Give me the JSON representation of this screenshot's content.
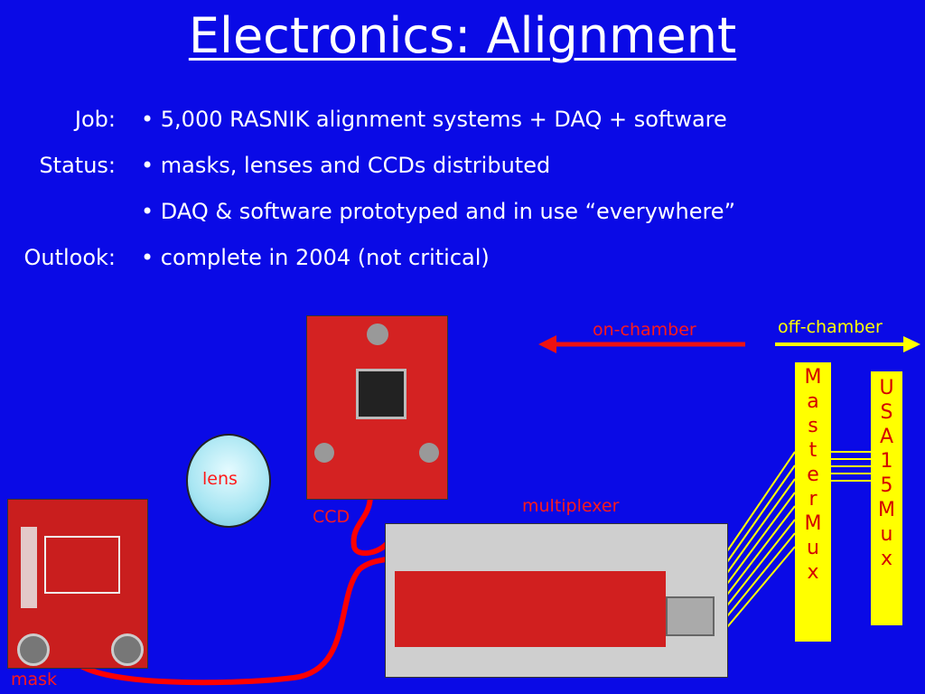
{
  "title": "Electronics: Alignment",
  "rows": [
    {
      "label": "Job:",
      "text": "• 5,000 RASNIK alignment systems + DAQ + software"
    },
    {
      "label": "Status:",
      "text": "• masks, lenses and CCDs distributed"
    },
    {
      "label": "",
      "text": "• DAQ & software prototyped and in use “everywhere”"
    },
    {
      "label": "Outlook:",
      "text": "• complete in 2004 (not critical)"
    }
  ],
  "diagram": {
    "on_chamber": "on-chamber",
    "off_chamber": "off-chamber",
    "lens": "lens",
    "ccd": "CCD",
    "multiplexer": "multiplexer",
    "mask": "mask",
    "master_mux": [
      "M",
      "a",
      "s",
      "t",
      "e",
      "r",
      "M",
      "u",
      "x"
    ],
    "usa15_mux": [
      "U",
      "S",
      "A",
      "1",
      "5",
      "M",
      "u",
      "x"
    ]
  },
  "colors": {
    "background": "#0a0ae6",
    "arrow_red": "#ee1111",
    "arrow_yellow": "#ffff00",
    "cable_red": "#ff0000"
  }
}
